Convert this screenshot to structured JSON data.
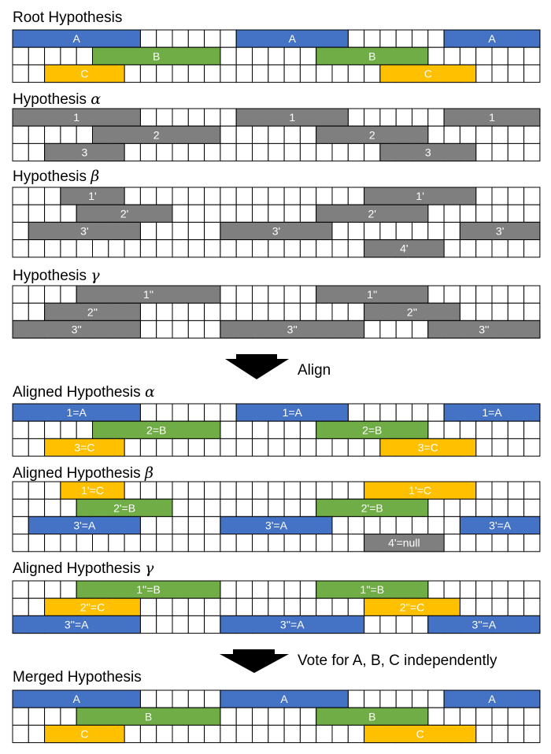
{
  "colors": {
    "A": "#4472C4",
    "B": "#70AD47",
    "C": "#FFC000",
    "gray": "#7F7F7F",
    "grid_line": "#000000",
    "text_on_segment": "#FFFFFF"
  },
  "grid": {
    "columns": 33
  },
  "sections": [
    {
      "id": "root",
      "title_text": "Root Hypothesis",
      "title_symbol": "",
      "rows": [
        [
          {
            "start": 0,
            "end": 8,
            "label": "A",
            "color": "A"
          },
          {
            "start": 14,
            "end": 21,
            "label": "A",
            "color": "A"
          },
          {
            "start": 27,
            "end": 33,
            "label": "A",
            "color": "A"
          }
        ],
        [
          {
            "start": 5,
            "end": 13,
            "label": "B",
            "color": "B"
          },
          {
            "start": 19,
            "end": 26,
            "label": "B",
            "color": "B"
          }
        ],
        [
          {
            "start": 2,
            "end": 7,
            "label": "C",
            "color": "C"
          },
          {
            "start": 23,
            "end": 29,
            "label": "C",
            "color": "C"
          }
        ]
      ]
    },
    {
      "id": "alpha",
      "title_text": "Hypothesis ",
      "title_symbol": "α",
      "rows": [
        [
          {
            "start": 0,
            "end": 8,
            "label": "1",
            "color": "gray"
          },
          {
            "start": 14,
            "end": 21,
            "label": "1",
            "color": "gray"
          },
          {
            "start": 27,
            "end": 33,
            "label": "1",
            "color": "gray"
          }
        ],
        [
          {
            "start": 5,
            "end": 13,
            "label": "2",
            "color": "gray"
          },
          {
            "start": 19,
            "end": 26,
            "label": "2",
            "color": "gray"
          }
        ],
        [
          {
            "start": 2,
            "end": 7,
            "label": "3",
            "color": "gray"
          },
          {
            "start": 23,
            "end": 29,
            "label": "3",
            "color": "gray"
          }
        ]
      ]
    },
    {
      "id": "beta",
      "title_text": "Hypothesis ",
      "title_symbol": "β",
      "rows": [
        [
          {
            "start": 3,
            "end": 7,
            "label": "1'",
            "color": "gray"
          },
          {
            "start": 22,
            "end": 29,
            "label": "1'",
            "color": "gray"
          }
        ],
        [
          {
            "start": 4,
            "end": 10,
            "label": "2'",
            "color": "gray"
          },
          {
            "start": 19,
            "end": 26,
            "label": "2'",
            "color": "gray"
          }
        ],
        [
          {
            "start": 1,
            "end": 8,
            "label": "3'",
            "color": "gray"
          },
          {
            "start": 13,
            "end": 20,
            "label": "3'",
            "color": "gray"
          },
          {
            "start": 28,
            "end": 33,
            "label": "3'",
            "color": "gray"
          }
        ],
        [
          {
            "start": 22,
            "end": 27,
            "label": "4'",
            "color": "gray"
          }
        ]
      ]
    },
    {
      "id": "gamma",
      "title_text": "Hypothesis ",
      "title_symbol": "γ",
      "rows": [
        [
          {
            "start": 4,
            "end": 13,
            "label": "1''",
            "color": "gray"
          },
          {
            "start": 19,
            "end": 26,
            "label": "1''",
            "color": "gray"
          }
        ],
        [
          {
            "start": 2,
            "end": 8,
            "label": "2''",
            "color": "gray"
          },
          {
            "start": 22,
            "end": 28,
            "label": "2''",
            "color": "gray"
          }
        ],
        [
          {
            "start": 0,
            "end": 8,
            "label": "3''",
            "color": "gray"
          },
          {
            "start": 13,
            "end": 22,
            "label": "3''",
            "color": "gray"
          },
          {
            "start": 26,
            "end": 33,
            "label": "3''",
            "color": "gray"
          }
        ]
      ]
    },
    {
      "id": "aligned-alpha",
      "title_text": "Aligned Hypothesis ",
      "title_symbol": "α",
      "rows": [
        [
          {
            "start": 0,
            "end": 8,
            "label": "1=A",
            "color": "A"
          },
          {
            "start": 14,
            "end": 21,
            "label": "1=A",
            "color": "A"
          },
          {
            "start": 27,
            "end": 33,
            "label": "1=A",
            "color": "A"
          }
        ],
        [
          {
            "start": 5,
            "end": 13,
            "label": "2=B",
            "color": "B"
          },
          {
            "start": 19,
            "end": 26,
            "label": "2=B",
            "color": "B"
          }
        ],
        [
          {
            "start": 2,
            "end": 7,
            "label": "3=C",
            "color": "C"
          },
          {
            "start": 23,
            "end": 29,
            "label": "3=C",
            "color": "C"
          }
        ]
      ]
    },
    {
      "id": "aligned-beta",
      "title_text": "Aligned Hypothesis ",
      "title_symbol": "β",
      "rows": [
        [
          {
            "start": 3,
            "end": 7,
            "label": "1'=C",
            "color": "C"
          },
          {
            "start": 22,
            "end": 29,
            "label": "1'=C",
            "color": "C"
          }
        ],
        [
          {
            "start": 4,
            "end": 10,
            "label": "2'=B",
            "color": "B"
          },
          {
            "start": 19,
            "end": 26,
            "label": "2'=B",
            "color": "B"
          }
        ],
        [
          {
            "start": 1,
            "end": 8,
            "label": "3'=A",
            "color": "A"
          },
          {
            "start": 13,
            "end": 20,
            "label": "3'=A",
            "color": "A"
          },
          {
            "start": 28,
            "end": 33,
            "label": "3'=A",
            "color": "A"
          }
        ],
        [
          {
            "start": 22,
            "end": 27,
            "label": "4'=null",
            "color": "gray"
          }
        ]
      ]
    },
    {
      "id": "aligned-gamma",
      "title_text": "Aligned Hypothesis ",
      "title_symbol": "γ",
      "rows": [
        [
          {
            "start": 4,
            "end": 13,
            "label": "1''=B",
            "color": "B"
          },
          {
            "start": 19,
            "end": 26,
            "label": "1''=B",
            "color": "B"
          }
        ],
        [
          {
            "start": 2,
            "end": 8,
            "label": "2''=C",
            "color": "C"
          },
          {
            "start": 22,
            "end": 28,
            "label": "2''=C",
            "color": "C"
          }
        ],
        [
          {
            "start": 0,
            "end": 8,
            "label": "3''=A",
            "color": "A"
          },
          {
            "start": 13,
            "end": 22,
            "label": "3''=A",
            "color": "A"
          },
          {
            "start": 26,
            "end": 33,
            "label": "3''=A",
            "color": "A"
          }
        ]
      ]
    },
    {
      "id": "merged",
      "title_text": "Merged Hypothesis",
      "title_symbol": "",
      "rows": [
        [
          {
            "start": 0,
            "end": 8,
            "label": "A",
            "color": "A"
          },
          {
            "start": 13,
            "end": 21,
            "label": "A",
            "color": "A"
          },
          {
            "start": 27,
            "end": 33,
            "label": "A",
            "color": "A"
          }
        ],
        [
          {
            "start": 4,
            "end": 13,
            "label": "B",
            "color": "B"
          },
          {
            "start": 19,
            "end": 26,
            "label": "B",
            "color": "B"
          }
        ],
        [
          {
            "start": 2,
            "end": 7,
            "label": "C",
            "color": "C"
          },
          {
            "start": 22,
            "end": 29,
            "label": "C",
            "color": "C"
          }
        ]
      ]
    }
  ],
  "arrows": [
    {
      "id": "align",
      "label": "Align"
    },
    {
      "id": "vote",
      "label": "Vote for A, B, C independently"
    }
  ]
}
